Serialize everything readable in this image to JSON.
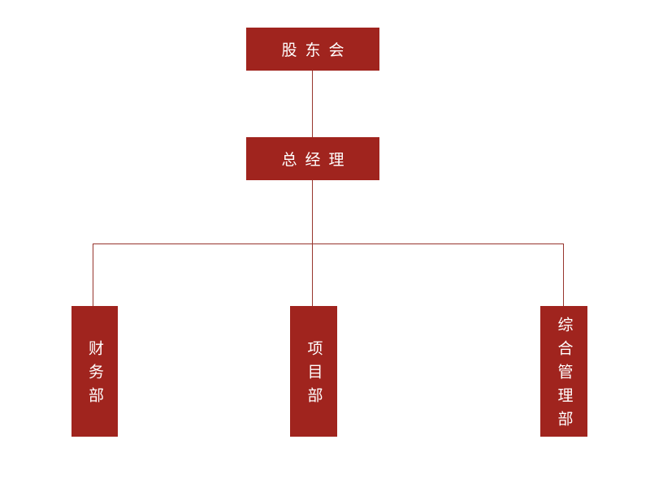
{
  "diagram": {
    "type": "org-chart",
    "colors": {
      "background": "#FFFFFF",
      "node_fill": "#A0241E",
      "node_text": "#FFFFFF",
      "connector": "#97352E"
    },
    "nodes": {
      "shareholders": {
        "label": "股东会",
        "level": 1
      },
      "general_manager": {
        "label": "总经理",
        "level": 2
      },
      "finance_dept": {
        "label": "财务部",
        "level": 3
      },
      "project_dept": {
        "label": "项目部",
        "level": 3
      },
      "admin_dept": {
        "label": "综合管理部",
        "level": 3
      }
    },
    "edges": [
      {
        "from": "shareholders",
        "to": "general_manager"
      },
      {
        "from": "general_manager",
        "to": "finance_dept"
      },
      {
        "from": "general_manager",
        "to": "project_dept"
      },
      {
        "from": "general_manager",
        "to": "admin_dept"
      }
    ]
  }
}
